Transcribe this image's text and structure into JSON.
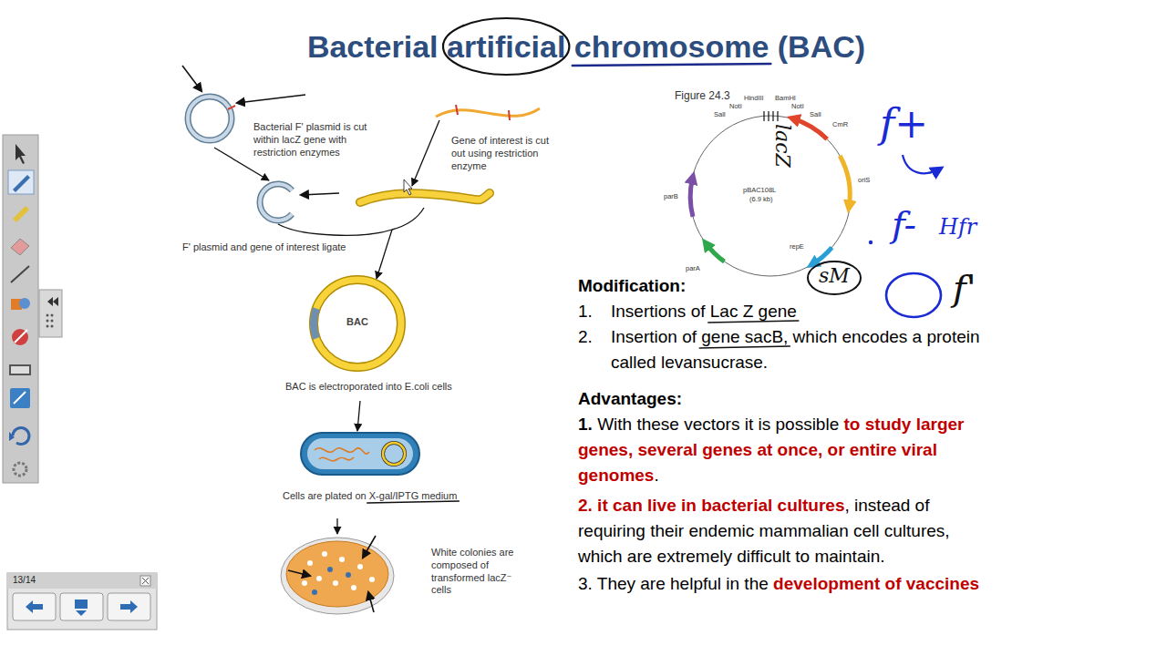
{
  "diagram": {
    "title": "Bacterial artificial chromosome (BAC)",
    "nodes": [
      {
        "text": [
          "Bacterial F' plasmid is cut within lacZ gene with restriction enzymes"
        ]
      },
      {
        "text": [
          "Gene of interest is cut out using restriction enzyme"
        ]
      },
      {
        "text": [
          "F' plasmid and gene of interest ligate"
        ]
      },
      {
        "text": [
          "BAC",
          "BAC is electroporated into E.coli cells"
        ]
      },
      {
        "text": [
          "Cells are plated on X-gal/IPTG medium"
        ]
      },
      {
        "text": [
          "White colonies are composed of transformed lacZ⁻ cells"
        ]
      }
    ],
    "edges": [
      {
        "from": 0,
        "to": 2,
        "arrow": "to"
      },
      {
        "from": 1,
        "to": 2,
        "arrow": "to"
      },
      {
        "from": 2,
        "to": 3,
        "arrow": "to"
      },
      {
        "from": 3,
        "to": 4,
        "arrow": "to"
      },
      {
        "from": 4,
        "to": 5,
        "arrow": "to"
      }
    ],
    "labels": [
      "Figure 24.3",
      "HindIII",
      "BamHI",
      "NotI",
      "NotI",
      "SalI",
      "SalI",
      "CmR",
      "oriS",
      "repE",
      "parA",
      "parB",
      "pBAC108L",
      "(6.9 kb)",
      "lacZ",
      "sM",
      "f+",
      "f-",
      "Hfr",
      "f'",
      "Modification:",
      "1.",
      "Insertions of Lac Z gene",
      "2.",
      "Insertion of gene sacB, which encodes a protein called levansucrase.",
      "Advantages:",
      "1.",
      "With these vectors it is possible",
      "to study larger genes, several genes at once, or entire viral genomes",
      ".",
      "2. it can live in bacterial cultures",
      ", instead of requiring their endemic mammalian cell cultures, which are extremely difficult to maintain.",
      "3. They are helpful in the",
      "development of vaccines",
      "13/14"
    ]
  }
}
